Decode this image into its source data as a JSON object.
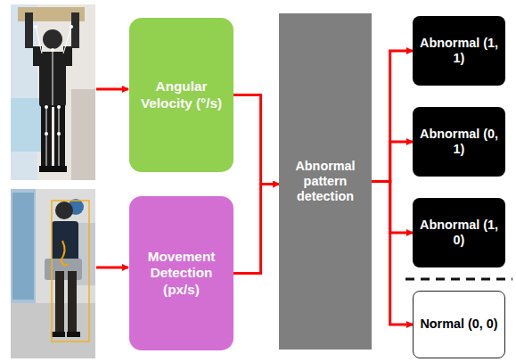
{
  "diagram": {
    "nodes": [
      {
        "text": [
          "Angular Velocity (°/s)"
        ]
      },
      {
        "text": [
          "Movement Detection (px/s)"
        ]
      },
      {
        "text": [
          "Abnormal pattern detection"
        ]
      },
      {
        "text": [
          "Abnormal (1, 1)"
        ]
      },
      {
        "text": [
          "Abnormal (0, 1)"
        ]
      },
      {
        "text": [
          "Abnormal (1, 0)"
        ]
      },
      {
        "text": [
          "Normal (0, 0)"
        ]
      }
    ],
    "edges": [
      {
        "from": 0,
        "to": 2,
        "arrow": "to"
      },
      {
        "from": 1,
        "to": 2,
        "arrow": "to"
      },
      {
        "from": 2,
        "to": 3,
        "arrow": "to"
      },
      {
        "from": 2,
        "to": 4,
        "arrow": "to"
      },
      {
        "from": 2,
        "to": 5,
        "arrow": "to"
      },
      {
        "from": 2,
        "to": 6,
        "arrow": "to"
      }
    ]
  }
}
